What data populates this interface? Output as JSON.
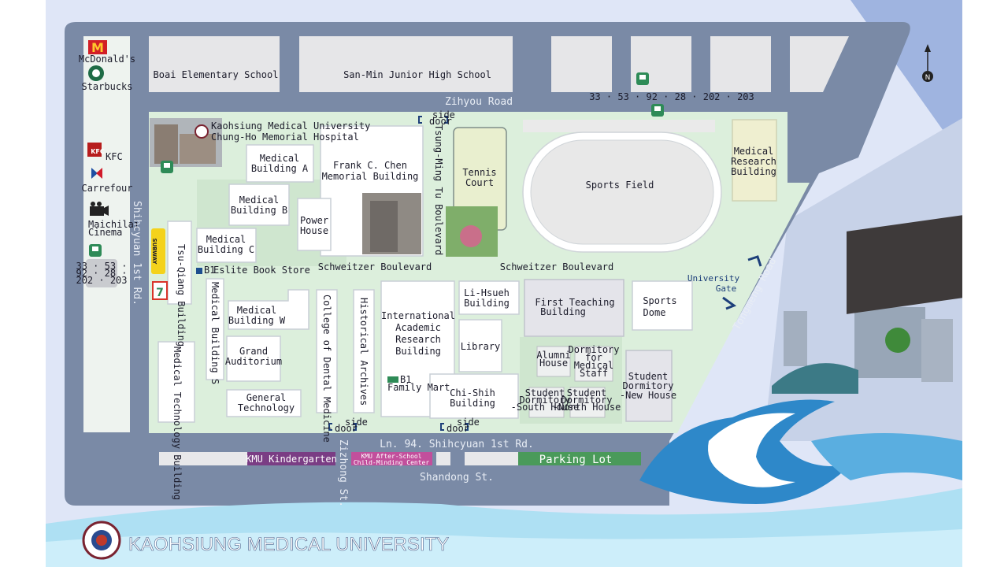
{
  "title": "KAOHSIUNG MEDICAL UNIVERSITY",
  "compass": "N",
  "roads": {
    "zihyou": "Zihyou Road",
    "shihcyuan": "Shihcyuan 1st Rd.",
    "schweitzer_w": "Schweitzer Boulevard",
    "schweitzer_e": "Schweitzer Boulevard",
    "tsungming": "Tsung-Ming Tu Boulevard",
    "tongmeng": "Tongmeng Road",
    "ln94": "Ln. 94. Shihcyuan 1st Rd.",
    "shandong": "Shandong St.",
    "zizhong": "Zizhong St."
  },
  "outside": {
    "boai": "Boai Elementary School",
    "sanmin": "San-Min Junior High School",
    "bus_routes_top": "33 · 53 · 92 · 28 · 202 · 203",
    "bus_routes_left": [
      "33 · 53 ·",
      "92 · 28 ·",
      "202 · 203"
    ],
    "kindergarten": "KMU Kindergarten",
    "afterschool": [
      "KMU After-School",
      "Child-Minding Center"
    ],
    "parking": "Parking Lot"
  },
  "shops": {
    "mcdonalds": "McDonald's",
    "starbucks": "Starbucks",
    "kfc": "KFC",
    "carrefour": "Carrefour",
    "cinema": [
      "Maichilai",
      "Cinema"
    ],
    "subway": "SUBWAY",
    "seven": "7",
    "eslite": "Eslite Book Store",
    "eslite_b1": "B1",
    "familymart_b1": "B1",
    "familymart": "Family Mart"
  },
  "hospital": [
    "Kaohsiung Medical University",
    "Chung-Ho Memorial Hospital"
  ],
  "side_door": [
    "side",
    "door"
  ],
  "gate": [
    "University",
    "Gate"
  ],
  "buildings": {
    "medA": [
      "Medical",
      "Building A"
    ],
    "medB": [
      "Medical",
      "Building B"
    ],
    "medC": [
      "Medical",
      "Building C"
    ],
    "power": [
      "Power",
      "House"
    ],
    "chen": [
      "Frank C. Chen",
      "Memorial Building"
    ],
    "tennis": [
      "Tennis",
      "Court"
    ],
    "sports_field": "Sports Field",
    "mrb": [
      "Medical",
      "Research",
      "Building"
    ],
    "tsuqiang": "Tsu-Qiang Building",
    "meds": "Medical Building S",
    "medtech": "Medical Technology Building",
    "medW": [
      "Medical",
      "Building W"
    ],
    "grand": [
      "Grand",
      "Auditorium"
    ],
    "genTech": [
      "General",
      "Technology"
    ],
    "dental": "College of Dental Medicine",
    "historical": "Historical Archives",
    "iarb": [
      "International",
      "Academic",
      "Research",
      "Building"
    ],
    "lihsueh": [
      "Li-Hsueh",
      "Building"
    ],
    "library": "Library",
    "chishih": [
      "Chi-Shih",
      "Building"
    ],
    "first": [
      "First Teaching",
      "Building"
    ],
    "dome": [
      "Sports",
      "Dome"
    ],
    "alumni": [
      "Alumni",
      "House"
    ],
    "dormStaff": [
      "Dormitory",
      "for",
      "Medical",
      "Staff"
    ],
    "dormSouth": [
      "Student",
      "Dormitory",
      "-South House"
    ],
    "dormNorth": [
      "Student",
      "Dormitory",
      "-North House"
    ],
    "dormNew": [
      "Student",
      "Dormitory",
      "-New House"
    ]
  },
  "colors": {
    "road": "#7a8aa6",
    "campus": "#dcefdc",
    "kindergarten": "#7a3d84",
    "afterschool": "#c24f9c",
    "parking": "#4a9a5a",
    "title": "#ffffff"
  }
}
